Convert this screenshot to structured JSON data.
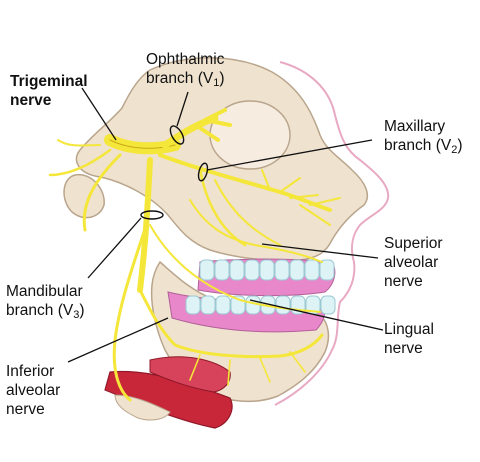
{
  "labels": {
    "trigeminal": {
      "line1": "Trigeminal",
      "line2": "nerve"
    },
    "ophthalmic": {
      "line1": "Ophthalmic",
      "line2_pre": "branch (V",
      "line2_sub": "1",
      "line2_post": ")"
    },
    "maxillary": {
      "line1": "Maxillary",
      "line2_pre": "branch (V",
      "line2_sub": "2",
      "line2_post": ")"
    },
    "superior_alveolar": {
      "line1": "Superior",
      "line2": "alveolar",
      "line3": "nerve"
    },
    "mandibular": {
      "line1": "Mandibular",
      "line2_pre": "branch (V",
      "line2_sub": "3",
      "line2_post": ")"
    },
    "lingual": {
      "line1": "Lingual",
      "line2": "nerve"
    },
    "inferior_alveolar": {
      "line1": "Inferior",
      "line2": "alveolar",
      "line3": "nerve"
    }
  },
  "colors": {
    "nerve": "#f5e63a",
    "nerve_outline": "#c9a817",
    "bone": "#efe2cf",
    "bone_outline": "#b9a58c",
    "skin_outline": "#e8a9c3",
    "teeth": "#ddf3f6",
    "teeth_outline": "#9cc9d2",
    "gum": "#e887c9",
    "muscle": "#c8273a",
    "leader_line": "#111111"
  }
}
